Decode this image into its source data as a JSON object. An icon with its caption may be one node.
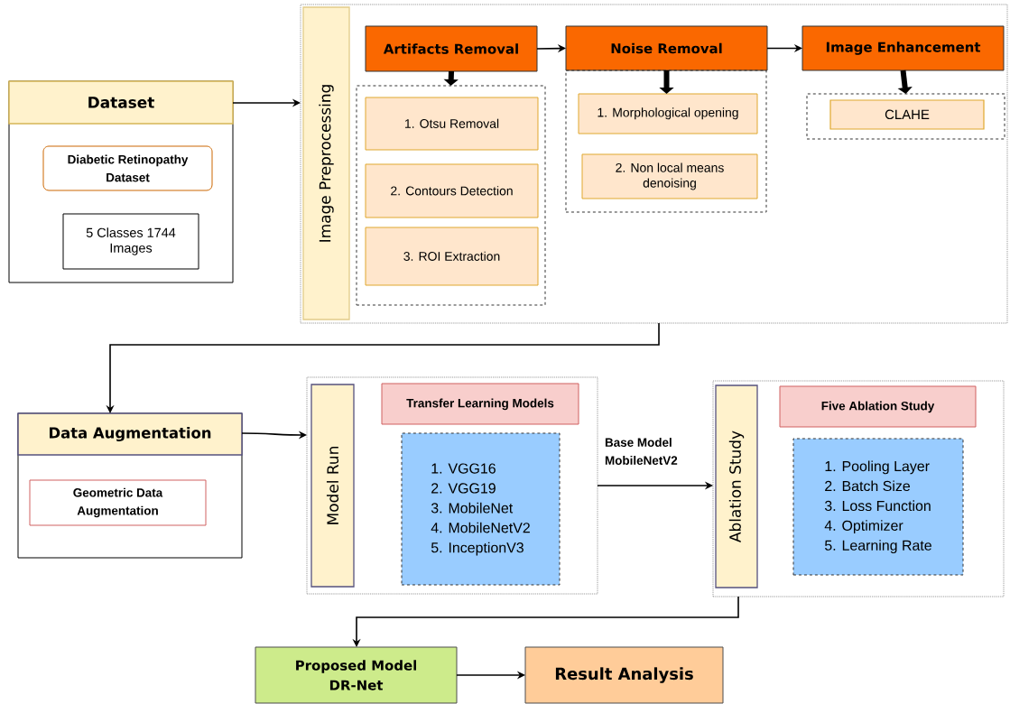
{
  "diagram": {
    "nodes": [
      {
        "text": [
          "Dataset"
        ]
      },
      {
        "text": [
          "Diabetic Retinopathy Dataset"
        ],
        "in": 0
      },
      {
        "text": [
          "5 Classes 1744 Images"
        ],
        "in": 0
      },
      {
        "text": [
          "Image Preprocessing"
        ]
      },
      {
        "text": [
          "Artifacts Removal"
        ],
        "in": 3
      },
      {
        "text": [],
        "shape": "box",
        "in": 3
      },
      {
        "text": [
          "1. Otsu Removal"
        ],
        "in": 5
      },
      {
        "text": [
          "2. Contours Detection"
        ],
        "in": 5
      },
      {
        "text": [
          "3. ROI Extraction"
        ],
        "in": 5
      },
      {
        "text": [
          "Noise Removal"
        ],
        "in": 3
      },
      {
        "text": [],
        "shape": "box",
        "in": 3
      },
      {
        "text": [
          "1. Morphological opening"
        ],
        "in": 10
      },
      {
        "text": [
          "2. Non local means denoising"
        ],
        "in": 10
      },
      {
        "text": [
          "Image Enhancement"
        ],
        "in": 3
      },
      {
        "text": [],
        "shape": "box",
        "in": 3
      },
      {
        "text": [
          "CLAHE"
        ],
        "in": 14
      },
      {
        "text": [
          "Data Augmentation"
        ]
      },
      {
        "text": [
          "Geometric Data Augmentation"
        ],
        "in": 16
      },
      {
        "text": [
          "Model Run"
        ]
      },
      {
        "text": [
          "Transfer Learning Models"
        ],
        "in": 18
      },
      {
        "text": [
          "1. VGG16",
          "2. VGG19",
          "3. MobileNet",
          "4. MobileNetV2",
          "5. InceptionV3"
        ],
        "in": 18
      },
      {
        "text": [
          "Ablation Study"
        ]
      },
      {
        "text": [
          "Five Ablation Study"
        ],
        "in": 21
      },
      {
        "text": [
          "1. Pooling Layer",
          "2. Batch Size",
          "3. Loss Function",
          "4. Optimizer",
          "5. Learning Rate"
        ],
        "in": 21
      },
      {
        "text": [
          "Proposed Model DR-Net"
        ]
      },
      {
        "text": [
          "Result Analysis"
        ]
      }
    ],
    "edges": [
      {
        "from": 0,
        "to": 3,
        "arrow": "to"
      },
      {
        "from": 4,
        "to": 9,
        "arrow": "to"
      },
      {
        "from": 9,
        "to": 13,
        "arrow": "to"
      },
      {
        "from": 4,
        "to": 5,
        "arrow": "to",
        "style": "thick"
      },
      {
        "from": 9,
        "to": 11,
        "arrow": "to",
        "style": "thick"
      },
      {
        "from": 13,
        "to": 14,
        "arrow": "to",
        "style": "thick"
      },
      {
        "from": 3,
        "to": 16,
        "arrow": "to"
      },
      {
        "from": 16,
        "to": 18,
        "arrow": "to"
      },
      {
        "from": 18,
        "to": 21,
        "arrow": "to",
        "label": "Base Model MobileNetV2"
      },
      {
        "from": 21,
        "to": 24,
        "arrow": "to"
      },
      {
        "from": 24,
        "to": 25,
        "arrow": "to"
      }
    ]
  }
}
